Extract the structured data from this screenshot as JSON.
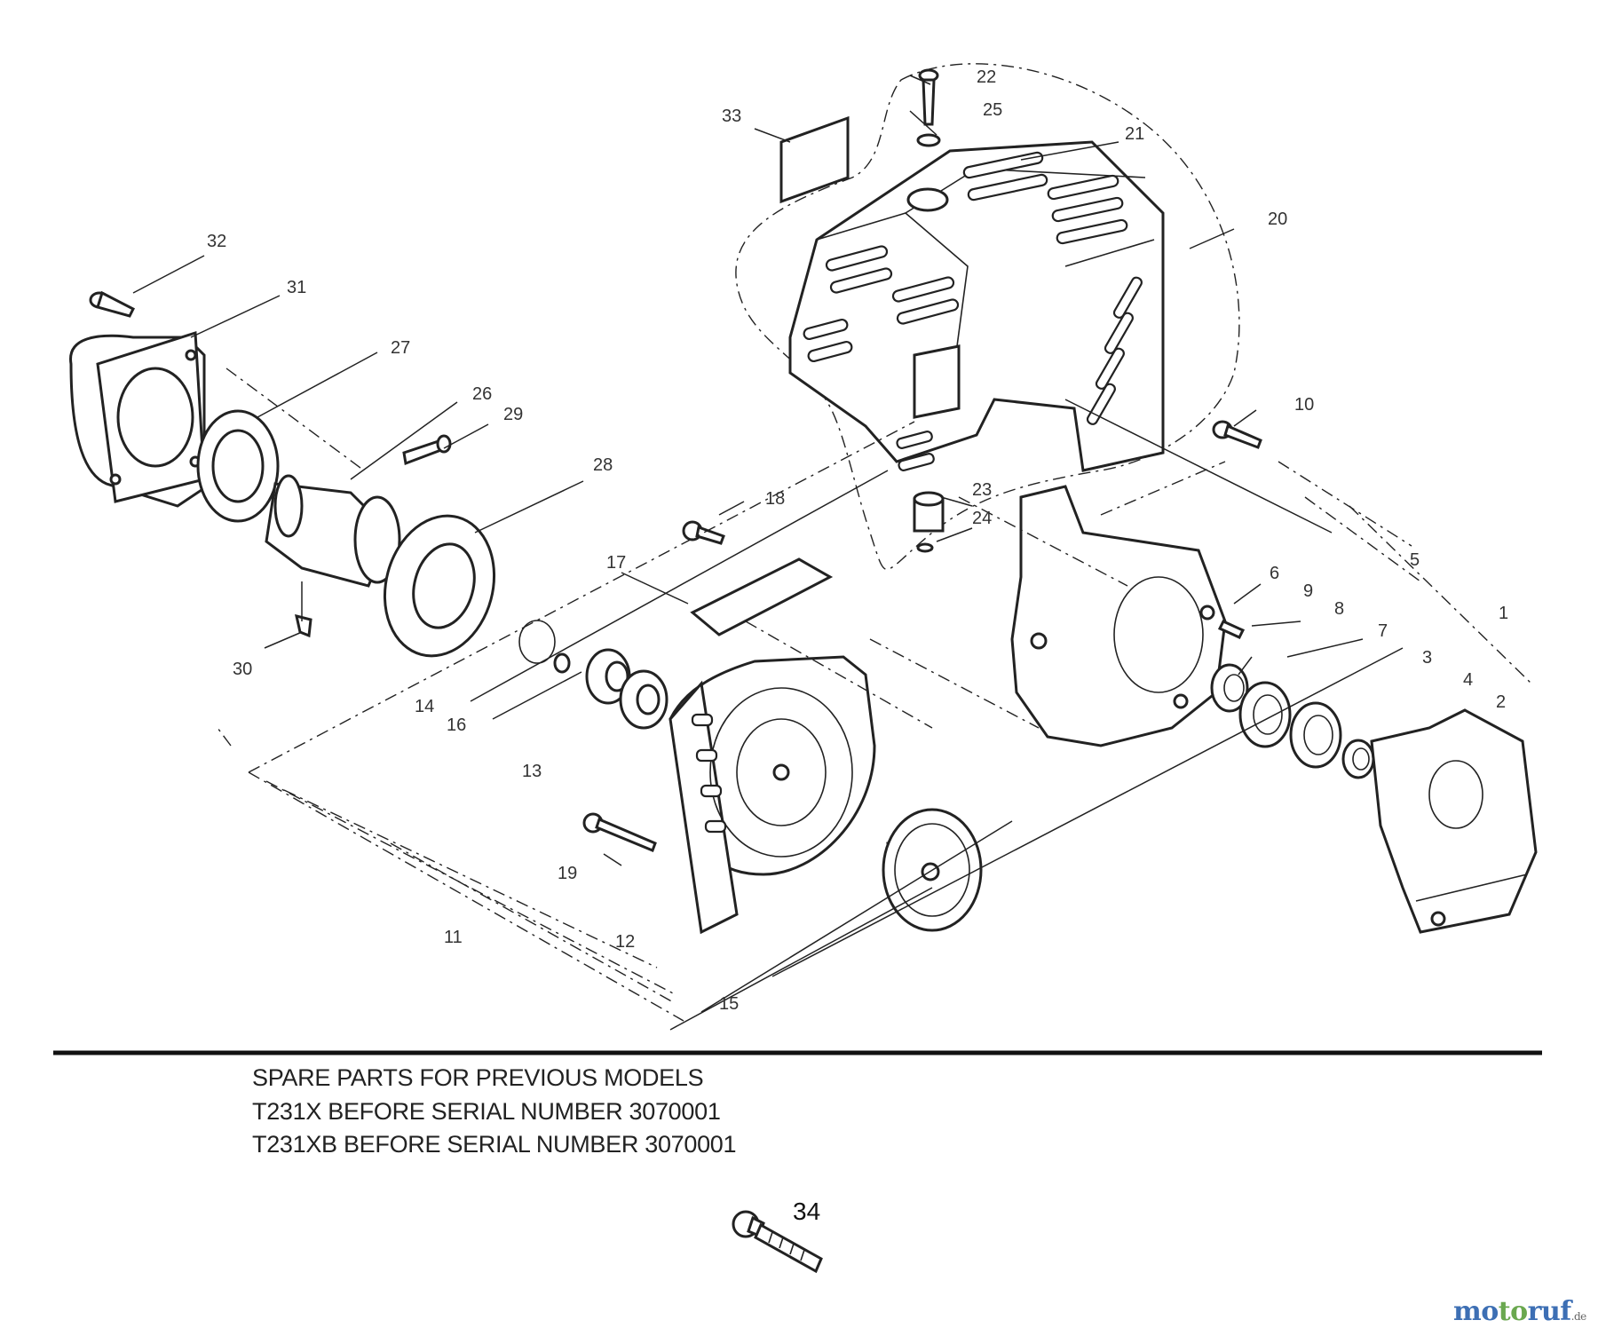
{
  "diagram": {
    "callouts": [
      "1",
      "2",
      "3",
      "4",
      "5",
      "6",
      "7",
      "8",
      "9",
      "10",
      "11",
      "12",
      "13",
      "14",
      "15",
      "16",
      "17",
      "18",
      "19",
      "20",
      "21",
      "22",
      "23",
      "24",
      "25",
      "26",
      "27",
      "28",
      "29",
      "30",
      "31",
      "32",
      "33",
      "34"
    ]
  },
  "notes": {
    "line1": "SPARE PARTS FOR PREVIOUS MODELS",
    "line2": "T231X BEFORE SERIAL NUMBER 3070001",
    "line3": "T231XB BEFORE SERIAL NUMBER 3070001"
  },
  "watermark": {
    "part1": "mo",
    "part2": "to",
    "part3": "ruf",
    "suffix": ".de"
  }
}
